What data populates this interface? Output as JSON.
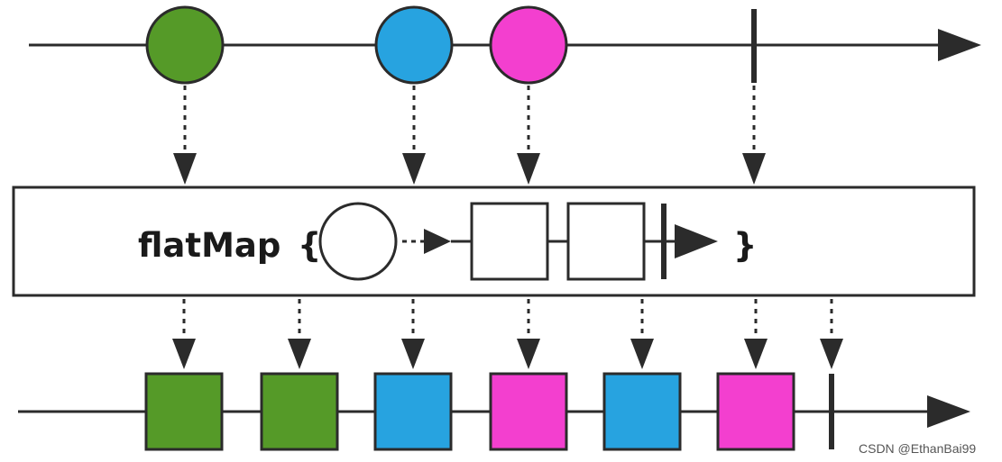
{
  "diagram": {
    "type": "marble-diagram",
    "operator": {
      "name": "flatMap",
      "open_brace": "{",
      "close_brace": "}",
      "inner_template": [
        "circle",
        "square",
        "square",
        "completion"
      ]
    },
    "source_stream": [
      {
        "shape": "circle",
        "color": "#559a28"
      },
      {
        "shape": "circle",
        "color": "#27a3e0"
      },
      {
        "shape": "circle",
        "color": "#f33fcf"
      },
      {
        "shape": "completion"
      }
    ],
    "result_stream": [
      {
        "shape": "square",
        "color": "#559a28"
      },
      {
        "shape": "square",
        "color": "#559a28"
      },
      {
        "shape": "square",
        "color": "#27a3e0"
      },
      {
        "shape": "square",
        "color": "#f33fcf"
      },
      {
        "shape": "square",
        "color": "#27a3e0"
      },
      {
        "shape": "square",
        "color": "#f33fcf"
      },
      {
        "shape": "completion"
      }
    ],
    "colors": {
      "green": "#559a28",
      "blue": "#27a3e0",
      "magenta": "#f33fcf",
      "line": "#2b2b2b"
    }
  },
  "watermark": "CSDN @EthanBai99"
}
